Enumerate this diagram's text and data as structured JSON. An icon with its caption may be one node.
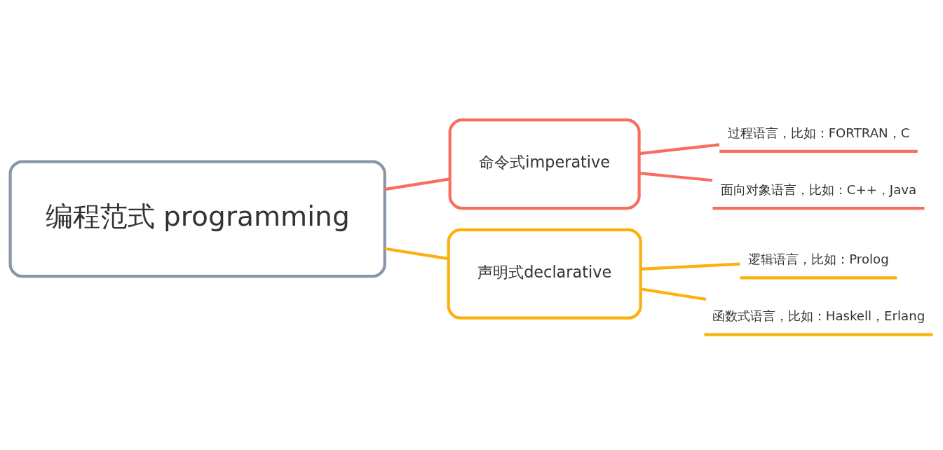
{
  "diagram": {
    "nodes": [
      {
        "text": [
          "编程范式 programming"
        ]
      },
      {
        "text": [
          "命令式imperative"
        ]
      },
      {
        "text": [
          "过程语言，比如：FORTRAN，C"
        ]
      },
      {
        "text": [
          "面向对象语言，比如：C++，Java"
        ]
      },
      {
        "text": [
          "声明式declarative"
        ]
      },
      {
        "text": [
          "逻辑语言，比如：Prolog"
        ]
      },
      {
        "text": [
          "函数式语言，比如：Haskell，Erlang"
        ]
      }
    ],
    "edges": [
      {
        "from": 0,
        "to": 1,
        "arrow": "none",
        "color": "#f76d5e"
      },
      {
        "from": 1,
        "to": 2,
        "arrow": "none",
        "color": "#f76d5e"
      },
      {
        "from": 1,
        "to": 3,
        "arrow": "none",
        "color": "#f76d5e"
      },
      {
        "from": 0,
        "to": 4,
        "arrow": "none",
        "color": "#fbb10c"
      },
      {
        "from": 4,
        "to": 5,
        "arrow": "none",
        "color": "#fbb10c"
      },
      {
        "from": 4,
        "to": 6,
        "arrow": "none",
        "color": "#fbb10c"
      }
    ]
  }
}
